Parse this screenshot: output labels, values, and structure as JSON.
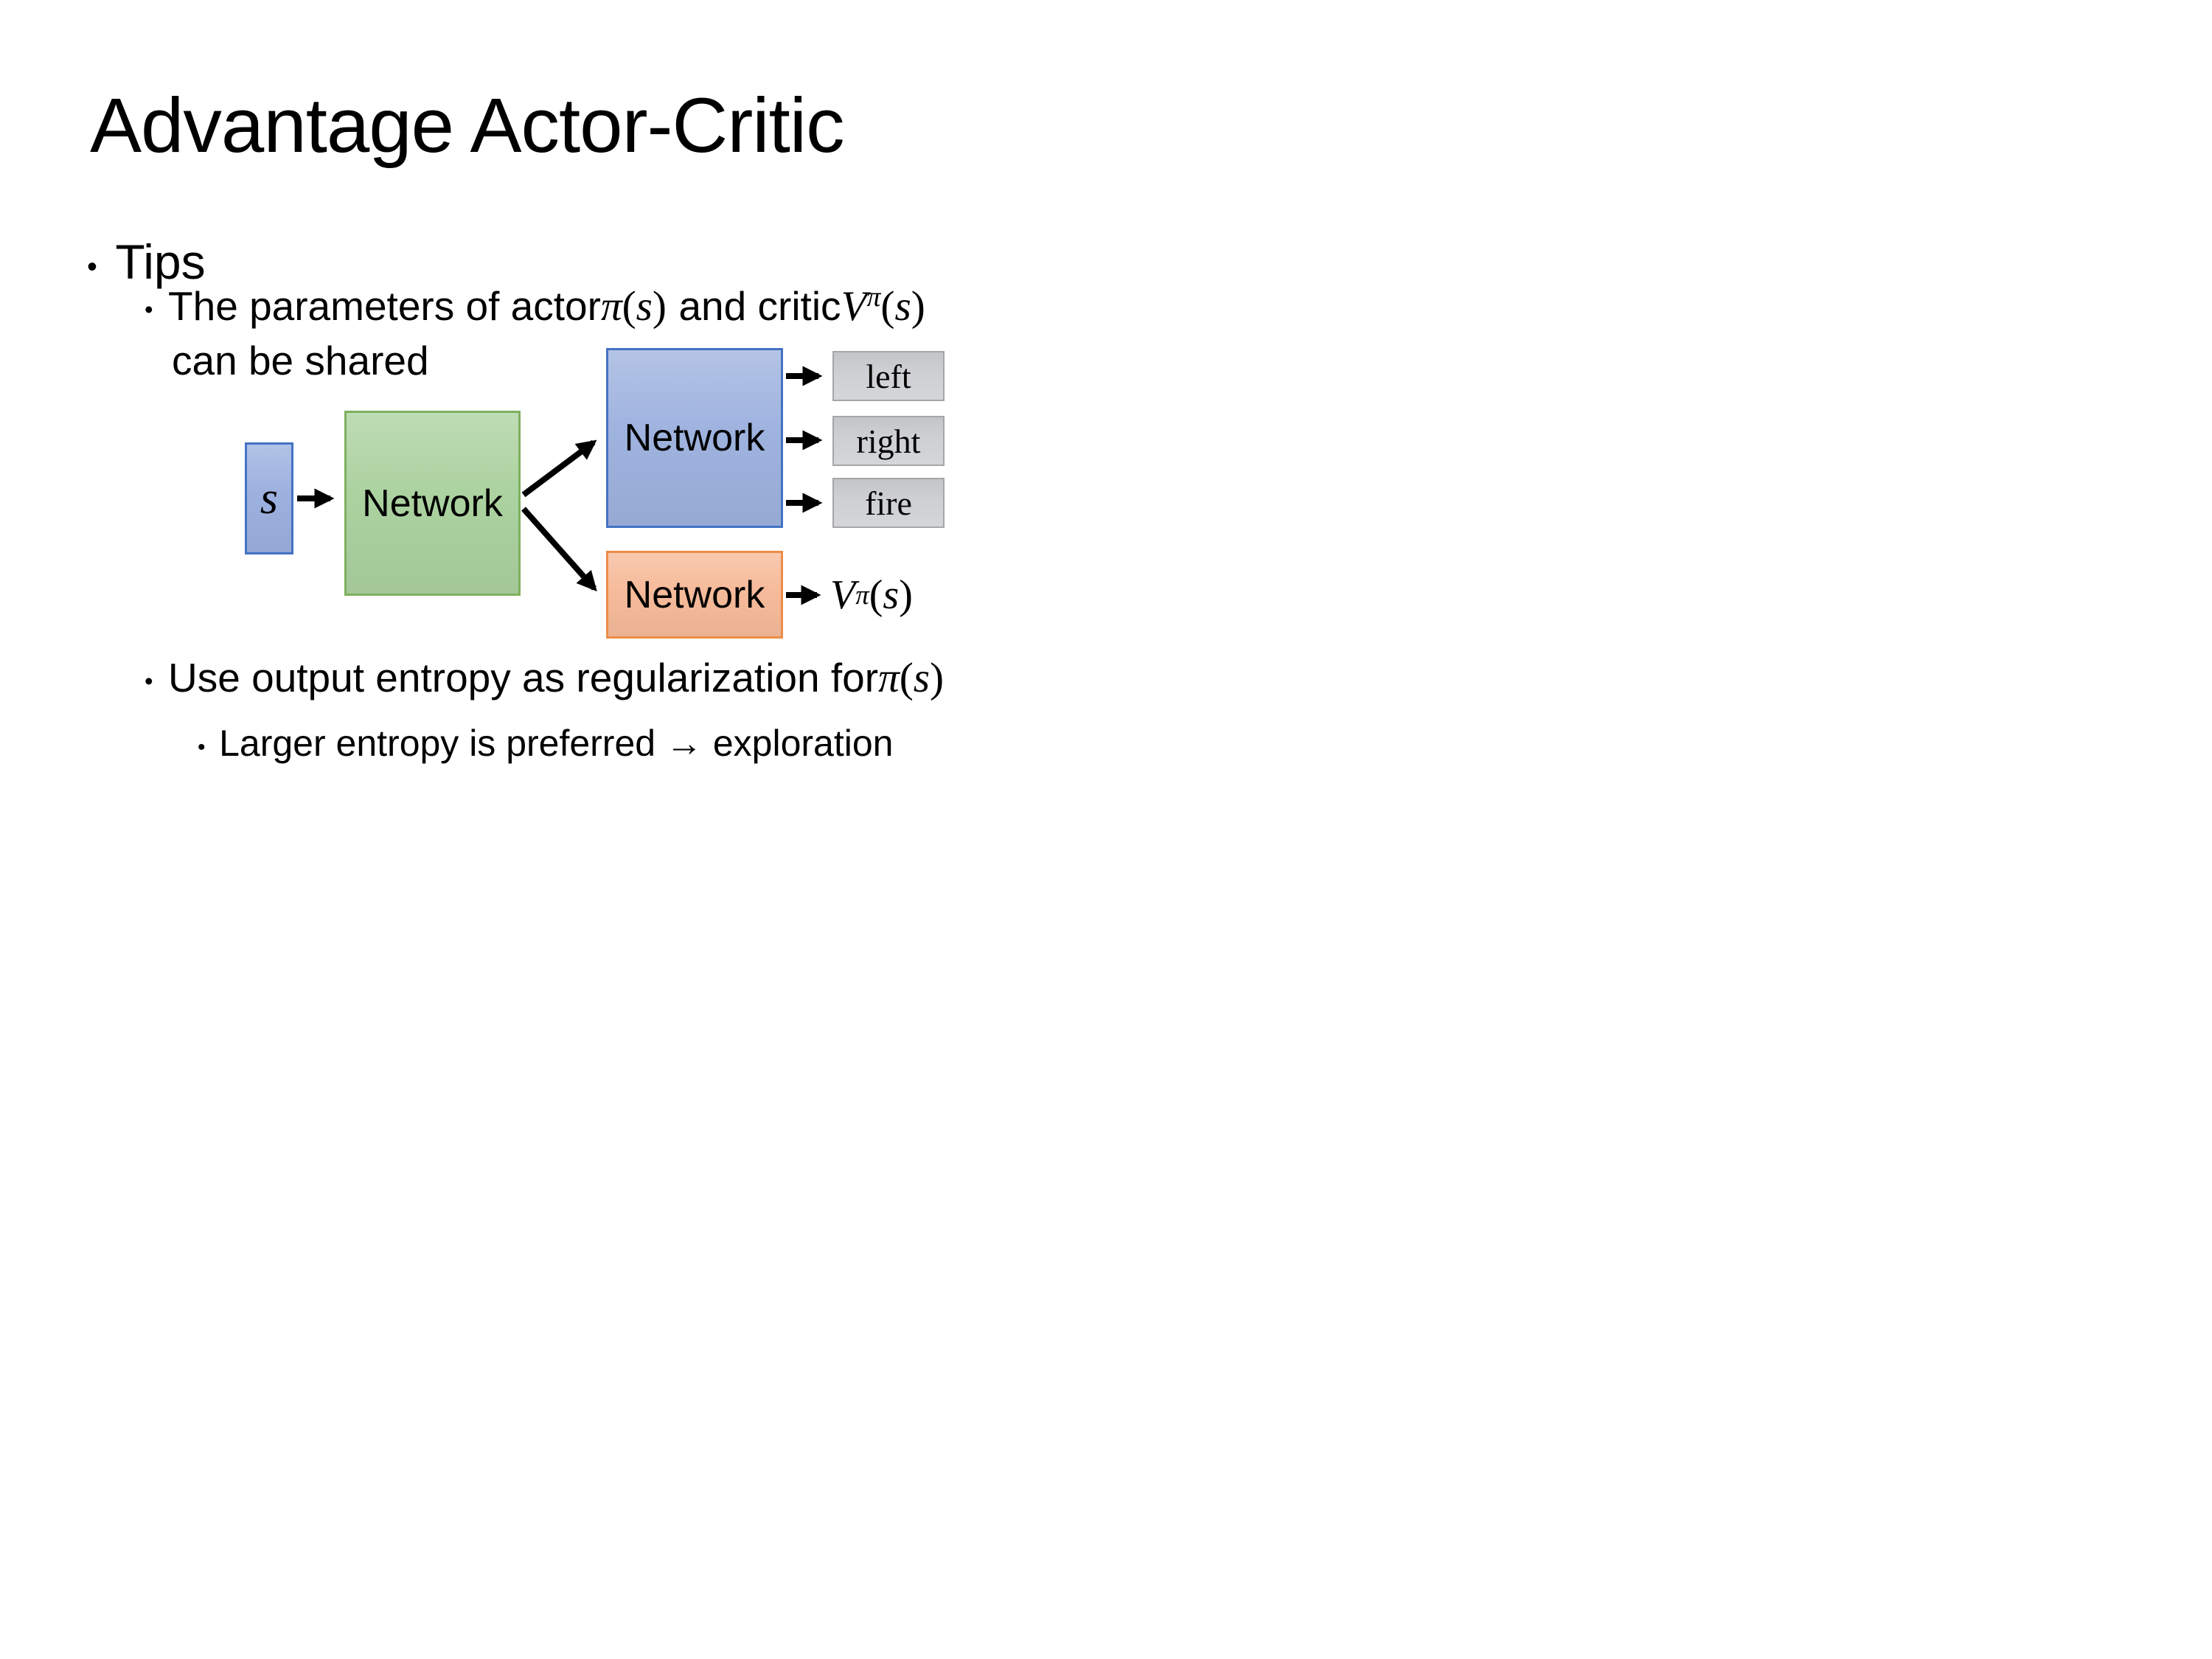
{
  "slide": {
    "title": "Advantage Actor-Critic",
    "bullets": {
      "bullet_char": "•",
      "tips": "Tips",
      "param_pre": "The parameters of actor ",
      "param_mid": " and critic ",
      "param_wrap": "can be shared",
      "use_pre": "Use output entropy as regularization for ",
      "larger": "Larger entropy is preferred → exploration"
    },
    "math": {
      "pi": "π",
      "s": "s",
      "V": "V",
      "open": "(",
      "close": ")"
    },
    "diagram": {
      "state_label": "s",
      "shared_network": "Network",
      "actor_network": "Network",
      "critic_network": "Network",
      "actions": [
        "left",
        "right",
        "fire"
      ],
      "colors": {
        "state_fill": "#9DB1DF",
        "state_border": "#4472C4",
        "shared_fill": "#ACD2A0",
        "shared_border": "#7EB05F",
        "actor_fill": "#9FB3DF",
        "actor_border": "#4472C4",
        "critic_fill": "#F6BB9A",
        "critic_border": "#ED8C48",
        "action_fill": "#CDCFD2",
        "action_border": "#A6A6A6",
        "arrow": "#000000",
        "text": "#000000"
      }
    }
  }
}
